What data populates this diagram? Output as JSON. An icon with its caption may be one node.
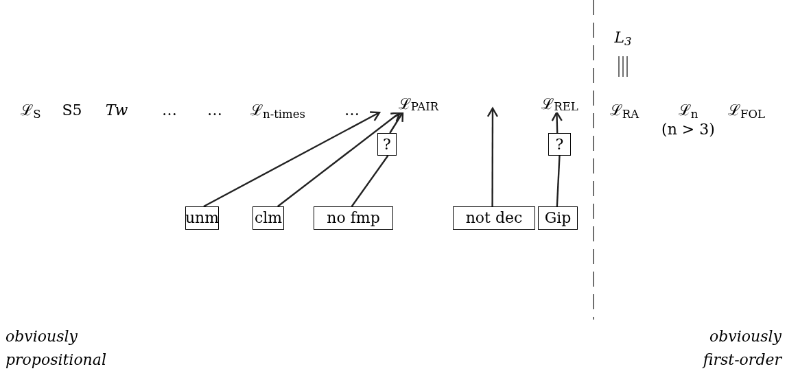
{
  "diagram": {
    "nodes": [
      {
        "text": [
          "ℒ$_{PAIR}$"
        ]
      },
      {
        "text": [
          "ℒ$_{REL}$"
        ]
      },
      {
        "text": [
          "?"
        ]
      },
      {
        "text": [
          "?"
        ]
      },
      {
        "text": [
          "unm"
        ]
      },
      {
        "text": [
          "clm"
        ]
      },
      {
        "text": [
          "no fmp"
        ]
      },
      {
        "text": [
          "not dec"
        ]
      },
      {
        "text": [
          "Gip"
        ]
      }
    ],
    "edges": [
      {
        "from": 4,
        "to": 0,
        "arrow": "to"
      },
      {
        "from": 5,
        "to": 0,
        "arrow": "to"
      },
      {
        "from": 6,
        "to": 2,
        "arrow": "none"
      },
      {
        "from": 2,
        "to": 0,
        "arrow": "to"
      },
      {
        "from": 7,
        "to": null,
        "arrow": "to"
      },
      {
        "from": 8,
        "to": 3,
        "arrow": "none"
      },
      {
        "from": 3,
        "to": 1,
        "arrow": "to"
      }
    ],
    "labels": [
      "ℒ$_{S}$",
      "S5",
      "Tw",
      "…",
      "…",
      "ℒ$_{n-times}$",
      "…",
      "L$_{3}$",
      "ℒ$_{RA}$",
      "ℒ$_{n}$",
      "(n > 3)",
      "ℒ$_{FOL}$",
      "obviously propositional",
      "obviously first-order"
    ]
  }
}
